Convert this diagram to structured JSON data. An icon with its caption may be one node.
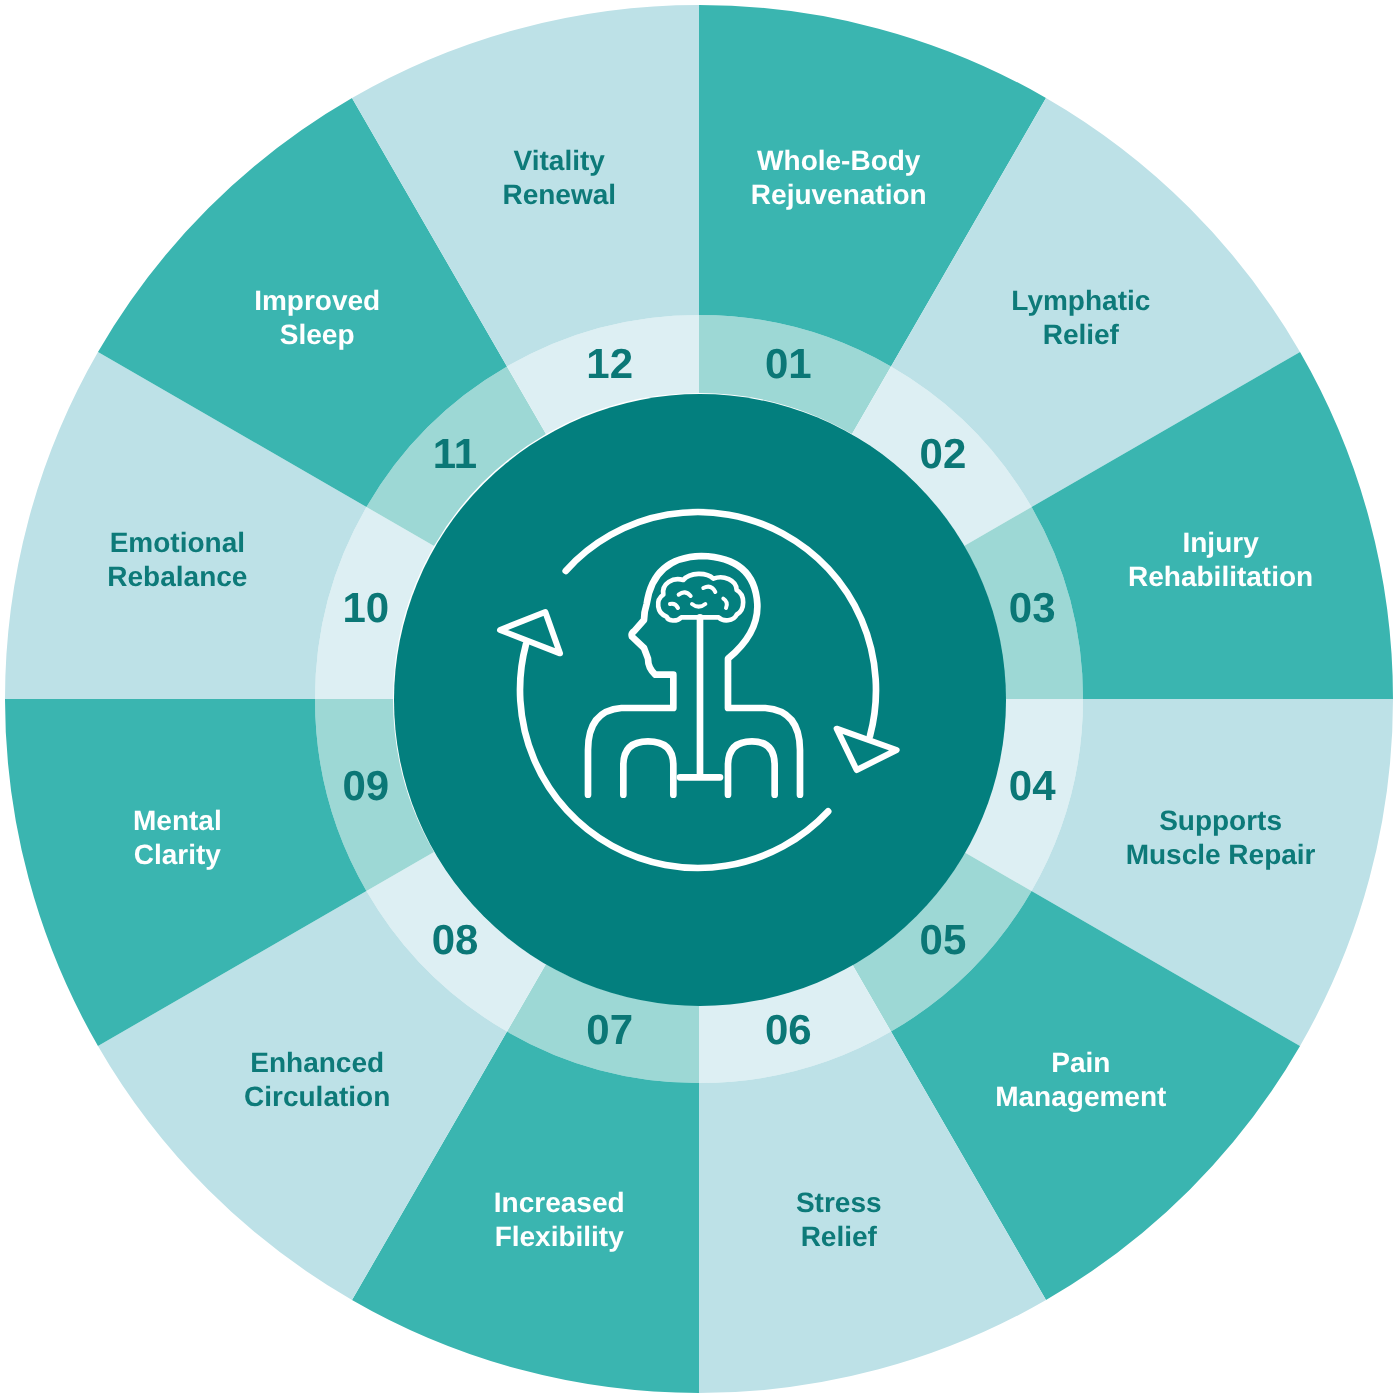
{
  "diagram": {
    "nodes": [
      {
        "text": [
          "01"
        ]
      },
      {
        "text": [
          "Whole-Body Rejuvenation"
        ]
      },
      {
        "text": [
          "02"
        ]
      },
      {
        "text": [
          "Lymphatic Relief"
        ]
      },
      {
        "text": [
          "03"
        ]
      },
      {
        "text": [
          "Injury Rehabilitation"
        ]
      },
      {
        "text": [
          "04"
        ]
      },
      {
        "text": [
          "Supports Muscle Repair"
        ]
      },
      {
        "text": [
          "05"
        ]
      },
      {
        "text": [
          "Pain Management"
        ]
      },
      {
        "text": [
          "06"
        ]
      },
      {
        "text": [
          "Stress Relief"
        ]
      },
      {
        "text": [
          "07"
        ]
      },
      {
        "text": [
          "Increased Flexibility"
        ]
      },
      {
        "text": [
          "08"
        ]
      },
      {
        "text": [
          "Enhanced Circulation"
        ]
      },
      {
        "text": [
          "09"
        ]
      },
      {
        "text": [
          "Mental Clarity"
        ]
      },
      {
        "text": [
          "10"
        ]
      },
      {
        "text": [
          "Emotional Rebalance"
        ]
      },
      {
        "text": [
          "11"
        ]
      },
      {
        "text": [
          "Improved Sleep"
        ]
      },
      {
        "text": [
          "12"
        ]
      },
      {
        "text": [
          "Vitality Renewal"
        ]
      }
    ]
  }
}
